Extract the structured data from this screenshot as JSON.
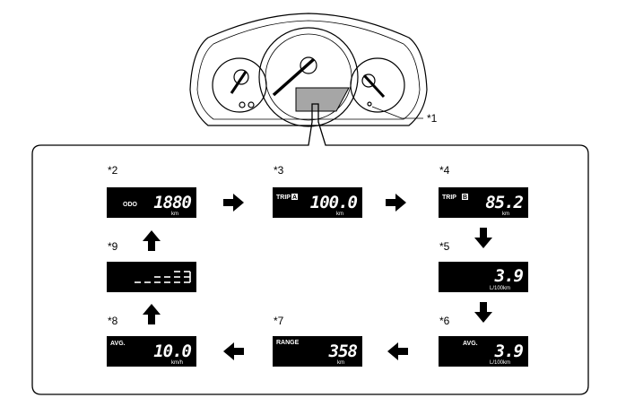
{
  "callouts": {
    "c1": "*1",
    "c2": "*2",
    "c3": "*3",
    "c4": "*4",
    "c5": "*5",
    "c6": "*6",
    "c7": "*7",
    "c8": "*8",
    "c9": "*9"
  },
  "displays": {
    "odo": {
      "label": "ODO",
      "value": "1880",
      "unit": "km"
    },
    "tripA": {
      "label": "TRIP",
      "badge": "A",
      "value": "100.0",
      "unit": "km"
    },
    "tripB": {
      "label": "TRIP",
      "badge": "B",
      "value": "85.2",
      "unit": "km"
    },
    "fuel": {
      "value": "3.9",
      "unit": "L/100km"
    },
    "avg1": {
      "label": "AVG.",
      "value": "3.9",
      "unit": "L/100km"
    },
    "range": {
      "label": "RANGE",
      "value": "358",
      "unit": "km"
    },
    "avg2": {
      "label": "AVG.",
      "value": "10.0",
      "unit": "km/h"
    }
  },
  "arrows": [
    "right",
    "right",
    "down",
    "down",
    "left",
    "left",
    "up",
    "up"
  ],
  "colors": {
    "line": "#000000",
    "display": "#000000",
    "highlight": "#a6a6a6"
  }
}
